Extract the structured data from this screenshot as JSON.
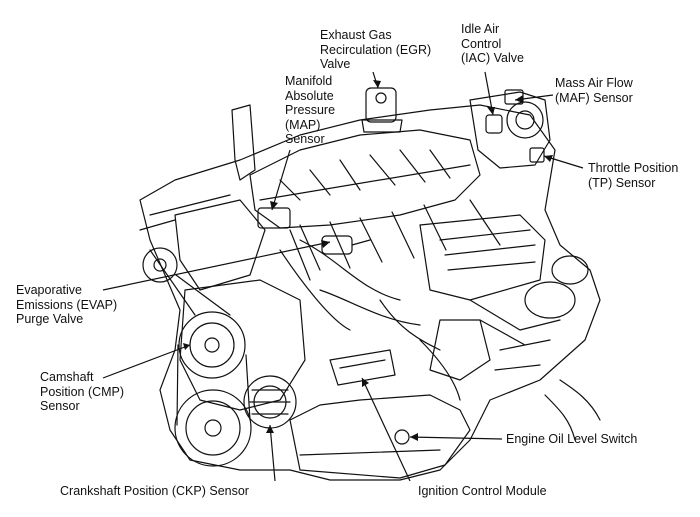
{
  "labels": {
    "egr": "Exhaust Gas\nRecirculation (EGR)\nValve",
    "iac": "Idle Air\nControl\n(IAC) Valve",
    "maf": "Mass Air Flow\n(MAF) Sensor",
    "map": "Manifold\nAbsolute\nPressure\n(MAP)\nSensor",
    "tp": "Throttle Position\n(TP) Sensor",
    "evap": "Evaporative\nEmissions (EVAP)\nPurge Valve",
    "cmp": "Camshaft\nPosition (CMP)\nSensor",
    "oil": "Engine Oil Level Switch",
    "ckp": "Crankshaft Position (CKP) Sensor",
    "icm": "Ignition Control Module"
  },
  "colors": {
    "ink": "#111111",
    "background": "#ffffff"
  }
}
